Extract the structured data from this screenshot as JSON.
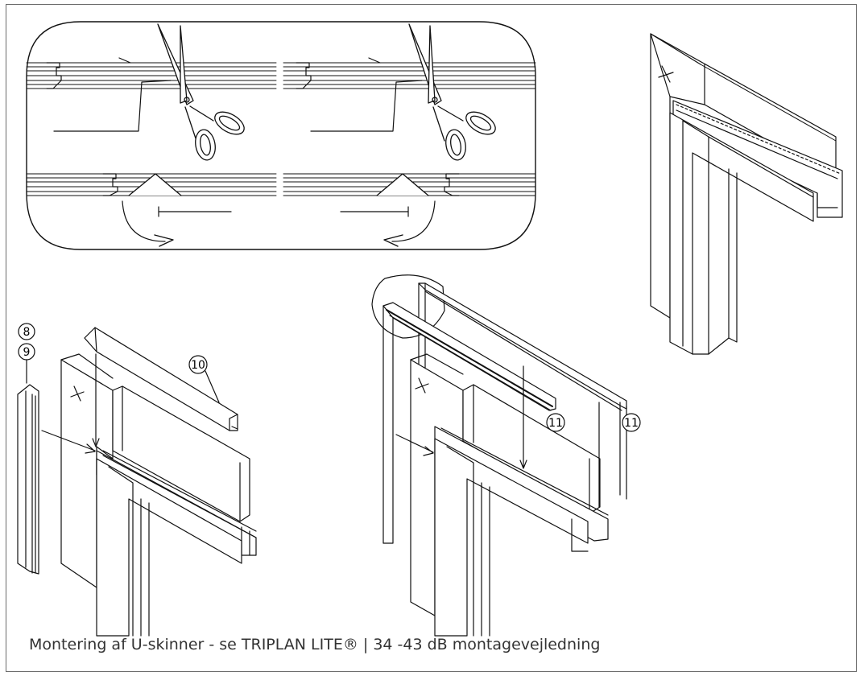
{
  "callouts": {
    "c8": "8",
    "c9": "9",
    "c10": "10",
    "c11a": "11",
    "c11b": "11"
  },
  "caption": {
    "text": "Montering af U-skinner - se TRIPLAN LITE® | 34 -43 dB montagevejledning"
  }
}
